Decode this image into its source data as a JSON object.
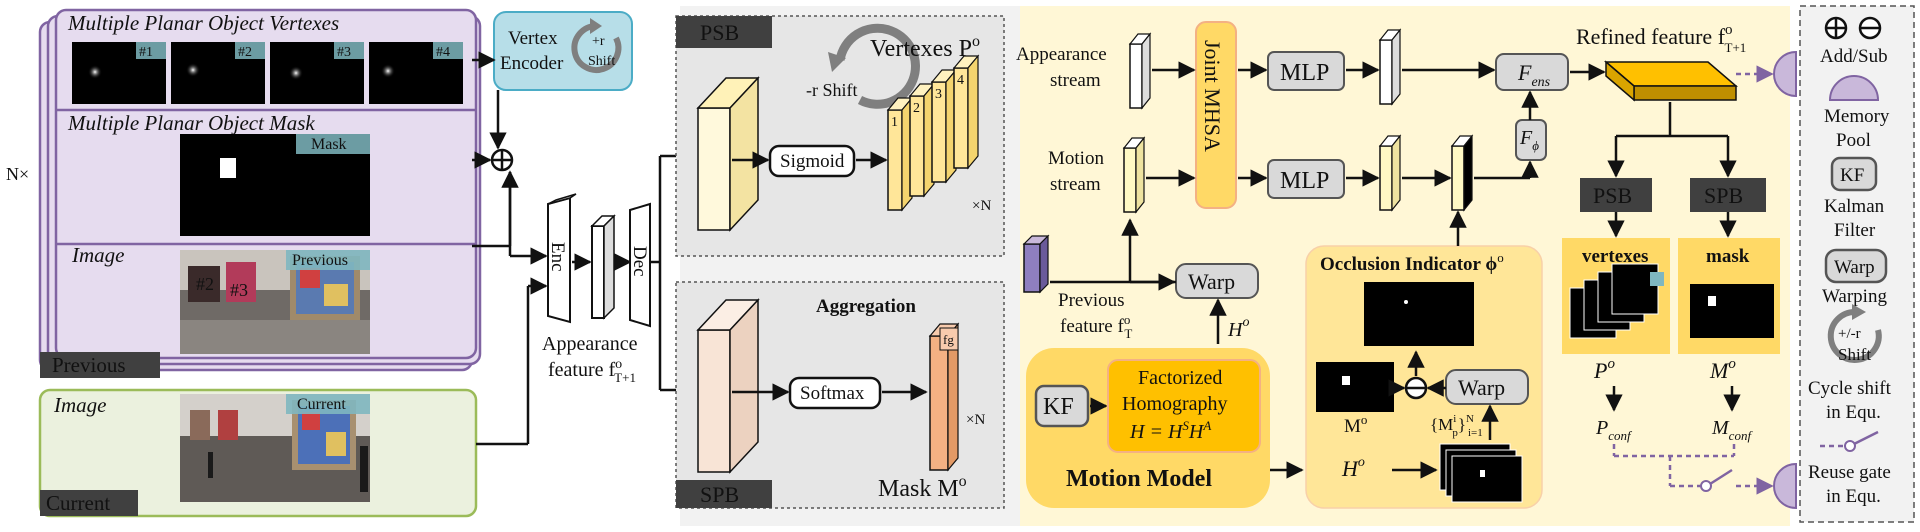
{
  "left_panel": {
    "n_times": "N×",
    "vertexes_title": "Multiple Planar Object Vertexes",
    "vertex_tags": [
      "#1",
      "#2",
      "#3",
      "#4"
    ],
    "mask_title": "Multiple Planar Object Mask",
    "mask_tag": "Mask",
    "image_title": "Image",
    "previous_tag": "Previous",
    "previous_label": "Previous",
    "current_image_title": "Image",
    "current_tag": "Current",
    "current_label": "Current"
  },
  "encoder": {
    "vertex_encoder_line1": "Vertex",
    "vertex_encoder_line2": "Encoder",
    "shift_top": "+r",
    "shift_bottom": "Shift",
    "enc": "Enc",
    "dec": "Dec",
    "appearance_label1": "Appearance",
    "appearance_label2": "feature f",
    "appearance_sup": "o",
    "appearance_sub": "T+1"
  },
  "psb_box": {
    "label": "PSB",
    "shift_label": "-r Shift",
    "vertexes_label": "Vertexes P",
    "vertexes_sup": "o",
    "sigmoid": "Sigmoid",
    "slice_nums": [
      "1",
      "2",
      "3",
      "4"
    ],
    "times_n": "×N"
  },
  "spb_box": {
    "label": "SPB",
    "aggregation": "Aggregation",
    "softmax": "Softmax",
    "fg": "fg",
    "times_n": "×N",
    "mask_label": "Mask M",
    "mask_sup": "o"
  },
  "right_panel": {
    "appearance_stream1": "Appearance",
    "appearance_stream2": "stream",
    "motion_stream1": "Motion",
    "motion_stream2": "stream",
    "joint_mhsa": "Joint MHSA",
    "mlp": "MLP",
    "f_ens": "F",
    "f_ens_sub": "ens",
    "f_phi": "F",
    "f_phi_sub": "ϕ",
    "refined_feature": "Refined feature f",
    "refined_sup": "o",
    "refined_sub": "T+1",
    "previous_feature1": "Previous",
    "previous_feature2": "feature f",
    "prev_sup": "o",
    "prev_sub": "T",
    "warp": "Warp",
    "h_o": "H",
    "h_sup": "o",
    "occlusion_title": "Occlusion Indicator ϕ",
    "occ_sup": "o",
    "m_o": "M",
    "m_sup": "o",
    "mp_set": "{M",
    "mp_set_tail": "}",
    "mp_sub": "p",
    "mp_sup": "i",
    "mp_range_sub": "i=1",
    "mp_range_sup": "N",
    "kf": "KF",
    "factorized1": "Factorized",
    "factorized2": "Homography",
    "factorized3": "H = H",
    "factorized3_s": "S",
    "factorized3_a": "A",
    "motion_model": "Motion Model",
    "psb": "PSB",
    "spb": "SPB",
    "vertexes": "vertexes",
    "mask": "mask",
    "p_hat": "P",
    "m_hat": "M",
    "hat_sup": "o",
    "p_conf": "P",
    "p_conf_sub": "conf",
    "m_conf": "M",
    "m_conf_sub": "conf"
  },
  "legend": {
    "add_sub": "Add/Sub",
    "memory_pool1": "Memory",
    "memory_pool2": "Pool",
    "kf": "KF",
    "kalman1": "Kalman",
    "kalman2": "Filter",
    "warp": "Warp",
    "warping": "Warping",
    "shift_top": "+/-r",
    "shift_bottom": "Shift",
    "cycle1": "Cycle shift",
    "cycle2": "in Equ.",
    "reuse1": "Reuse gate",
    "reuse2": "in Equ."
  },
  "colors": {
    "left_purple": "#e6dcef",
    "left_border": "#8064a2",
    "current_green": "#ebf1de",
    "current_border": "#9bbb59",
    "middle_gray": "#f2f2f2",
    "right_yellow": "#fef2cc",
    "accent_gold": "#ffd966",
    "encoder_blue": "#b7dee8",
    "slice_yellow": "#fff2a8",
    "mask_orange": "#f4b183"
  }
}
